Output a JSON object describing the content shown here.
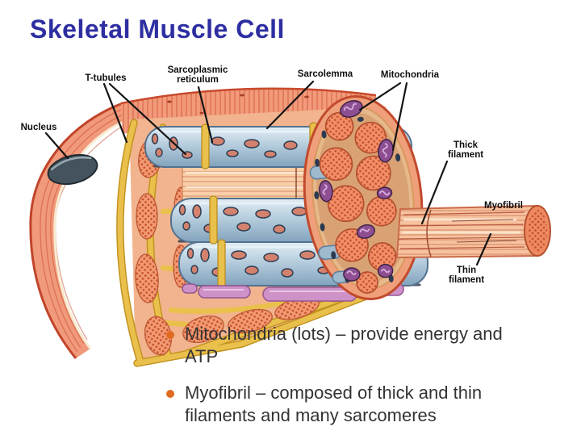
{
  "slide": {
    "title": "Skeletal Muscle Cell"
  },
  "diagram": {
    "labels": {
      "t_tubules": "T-tubules",
      "sarcoplasmic_reticulum": [
        "Sarcoplasmic",
        "reticulum"
      ],
      "sarcolemma": "Sarcolemma",
      "mitochondria": "Mitochondria",
      "nucleus": "Nucleus",
      "thick_filament": [
        "Thick",
        "filament"
      ],
      "myofibril": "Myofibril",
      "thin_filament": [
        "Thin",
        "filament"
      ]
    },
    "palette": {
      "title_blue": "#2e2ea2",
      "label_text": "#0e0e0e",
      "muscle_salmon": "#f2997c",
      "cut_face_salmon": "#f2b48e",
      "reticulum_yellow": "#eac04c",
      "sr_tubule_blue": "#b6cddd",
      "mitochondria_purple": "#8d4f92",
      "mitochondria_rod_pink": "#cf92c8",
      "nucleus_slate": "#44535e"
    }
  },
  "bullets": {
    "marker_color": "#e06a1f",
    "items": [
      {
        "text": "Mitochondria (lots) – provide energy and\nATP"
      },
      {
        "text": "Myofibril – composed of thick and thin\nfilaments and many sarcomeres"
      }
    ]
  }
}
